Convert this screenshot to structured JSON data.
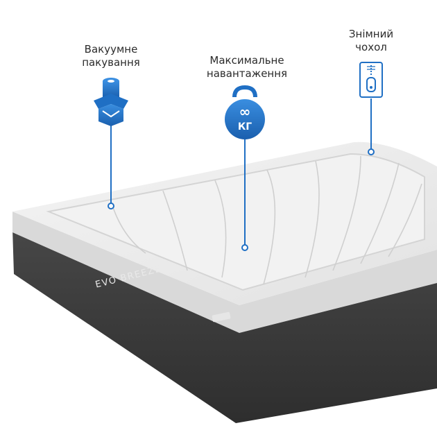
{
  "features": [
    {
      "label": "Вакуумне\nпакування",
      "icon": "vacuum-package-icon"
    },
    {
      "label": "Максимальне\nнавантаження",
      "icon": "max-load-weight-icon"
    },
    {
      "label": "Знімний\nчохол",
      "icon": "removable-cover-zipper-icon"
    }
  ],
  "load_icon": {
    "symbol": "∞",
    "unit": "КГ"
  },
  "brand": {
    "name": "EVO BREEZE"
  },
  "colors": {
    "accent": "#1f6fc4",
    "mattress_base": "#3a3a3a",
    "mattress_top": "#ededed"
  }
}
